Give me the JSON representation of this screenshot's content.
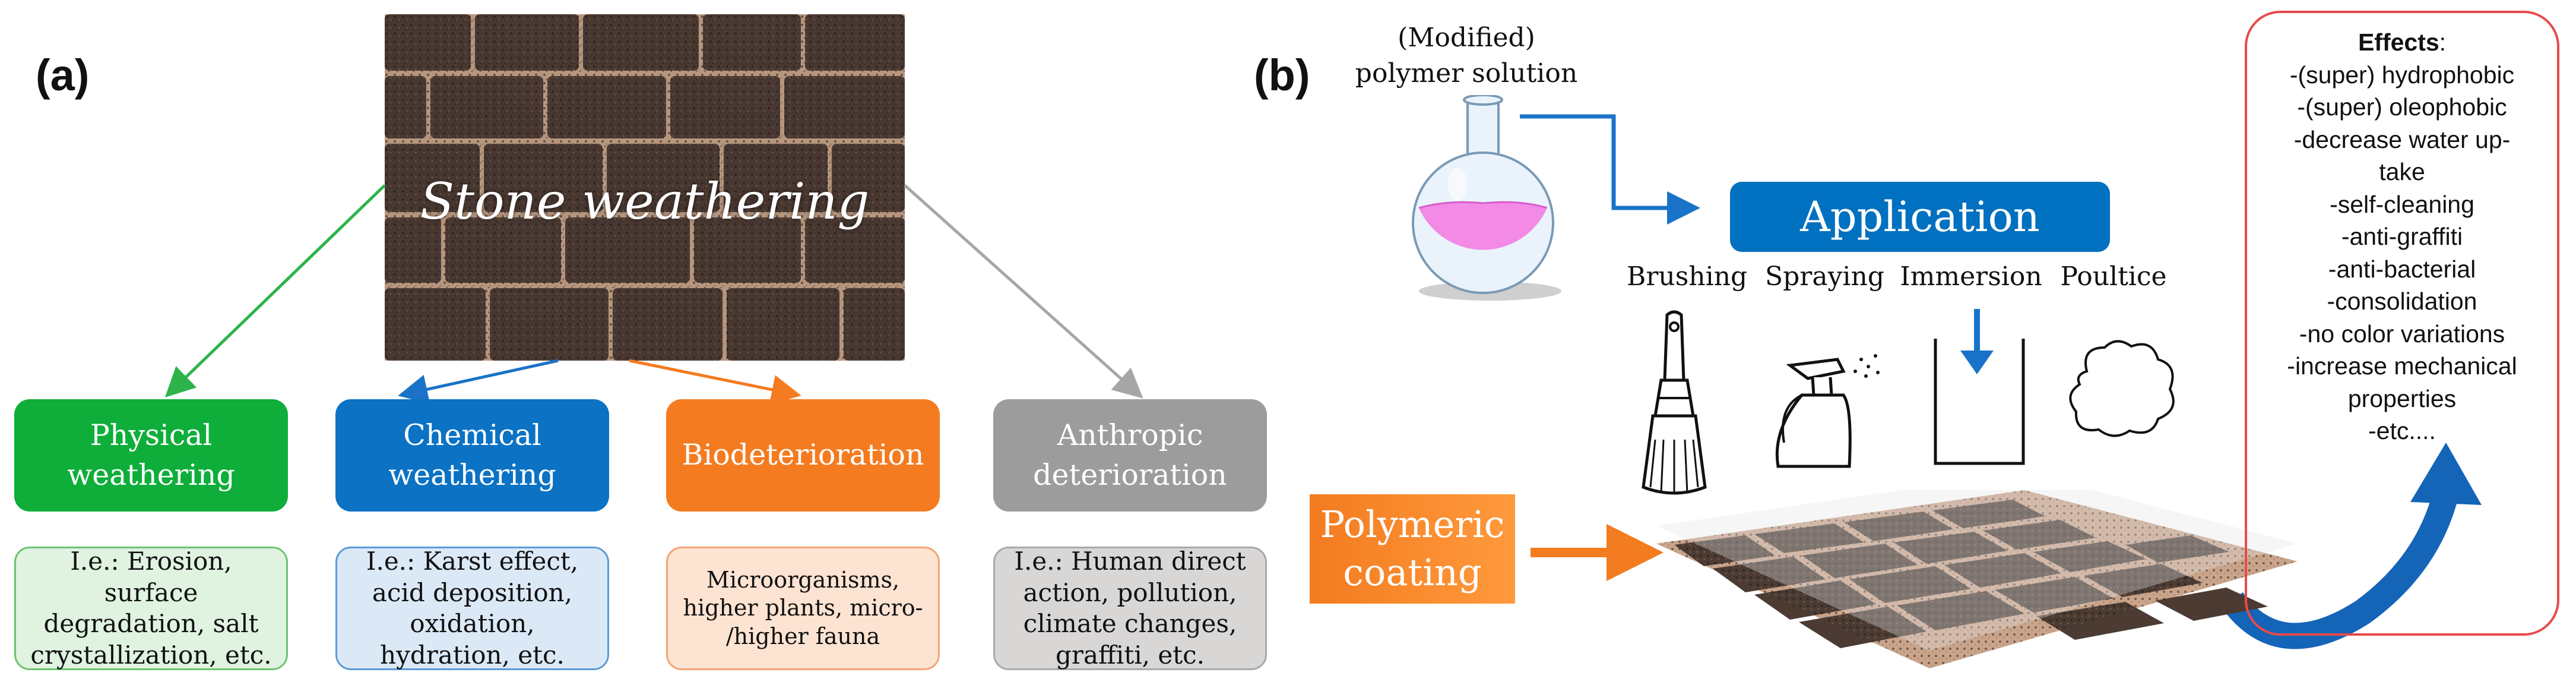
{
  "panel_a": {
    "label": "(a)",
    "image_title": "Stone weathering",
    "categories": [
      {
        "title": "Physical weathering",
        "desc": "I.e.: Erosion, surface degradation, salt crystallization, etc.",
        "color": "#0fae3a",
        "desc_bg": "#dff3e0",
        "desc_border": "#6cc36f"
      },
      {
        "title": "Chemical weathering",
        "desc": "I.e.: Karst effect, acid deposition, oxidation, hydration, etc.",
        "color": "#0b72c4",
        "desc_bg": "#dbe9f7",
        "desc_border": "#5b9ad6"
      },
      {
        "title": "Biodeterioration",
        "desc": "Microorganisms, higher plants, micro- /higher fauna",
        "color": "#f47b20",
        "desc_bg": "#fde3d1",
        "desc_border": "#f2a475"
      },
      {
        "title": "Anthropic deterioration",
        "desc": "I.e.: Human direct action, pollution, climate changes, graffiti, etc.",
        "color": "#9c9c9c",
        "desc_bg": "#d9d6d6",
        "desc_border": "#a9a9a9"
      }
    ]
  },
  "panel_b": {
    "label": "(b)",
    "solution_label_1": "(Modified)",
    "solution_label_2": "polymer solution",
    "application_label": "Application",
    "methods": [
      "Brushing",
      "Spraying",
      "Immersion",
      "Poultice"
    ],
    "coating_label": "Polymeric coating",
    "effects_title": "Effects",
    "effects_colon": ":",
    "effects": [
      "-(super) hydrophobic",
      "-(super) oleophobic",
      "-decrease water up-",
      "take",
      "-self-cleaning",
      "-anti-graffiti",
      "-anti-bacterial",
      "-consolidation",
      "-no color variations",
      "-increase mechanical",
      "properties",
      "-etc...."
    ],
    "colors": {
      "application": "#0070c0",
      "coating": "#f37b20",
      "effects_border": "#e84a4a"
    }
  }
}
